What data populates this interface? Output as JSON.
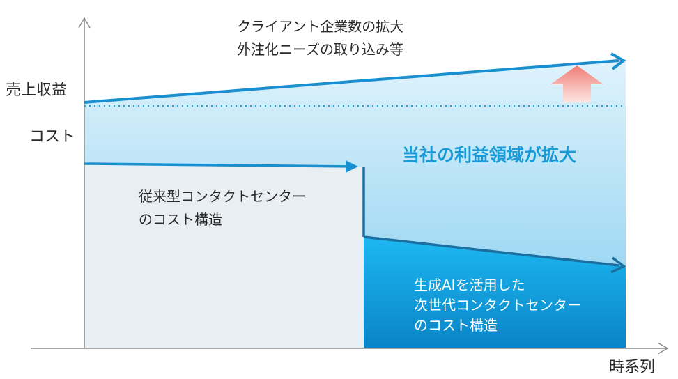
{
  "axis": {
    "y_label_revenue": "売上収益",
    "y_label_cost": "コスト",
    "x_label": "時系列"
  },
  "annotations": {
    "growth_line1": "クライアント企業数の拡大",
    "growth_line2": "外注化ニーズの取り込み等",
    "profit_area": "当社の利益領域が拡大",
    "traditional_line1": "従来型コンタクトセンター",
    "traditional_line2": "のコスト構造",
    "ai_line1": "生成AIを活用した",
    "ai_line2": "次世代コンタクトセンター",
    "ai_line3": "のコスト構造"
  },
  "colors": {
    "revenue_line": "#1a8fd0",
    "cost_line": "#1a7fb8",
    "profit_area_top": "#d8f0fb",
    "profit_area_bottom": "#7fc9ee",
    "traditional_cost_area": "#e9eef2",
    "ai_cost_area_top": "#1bb6f0",
    "ai_cost_area_bottom": "#0a86c8",
    "up_arrow": "#f08a84",
    "axis": "#808080"
  }
}
